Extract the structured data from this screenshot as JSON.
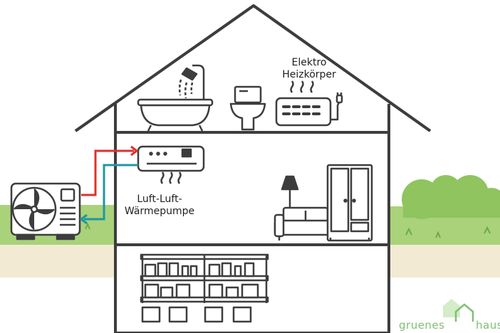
{
  "labels": {
    "radiator_line1": "Elektro",
    "radiator_line2": "Heizkörper",
    "heatpump_line1": "Luft-Luft-",
    "heatpump_line2": "Wärmepumpe"
  },
  "logo": {
    "left_text": "gruenes",
    "right_text": "haus"
  },
  "colors": {
    "outline": "#3d3d3d",
    "grass": "#a9d27a",
    "soil": "#f3ead4",
    "bush": "#8fc45e",
    "supply_line": "#e0302b",
    "return_line": "#1f97a0",
    "logo": "#7fbf74"
  }
}
